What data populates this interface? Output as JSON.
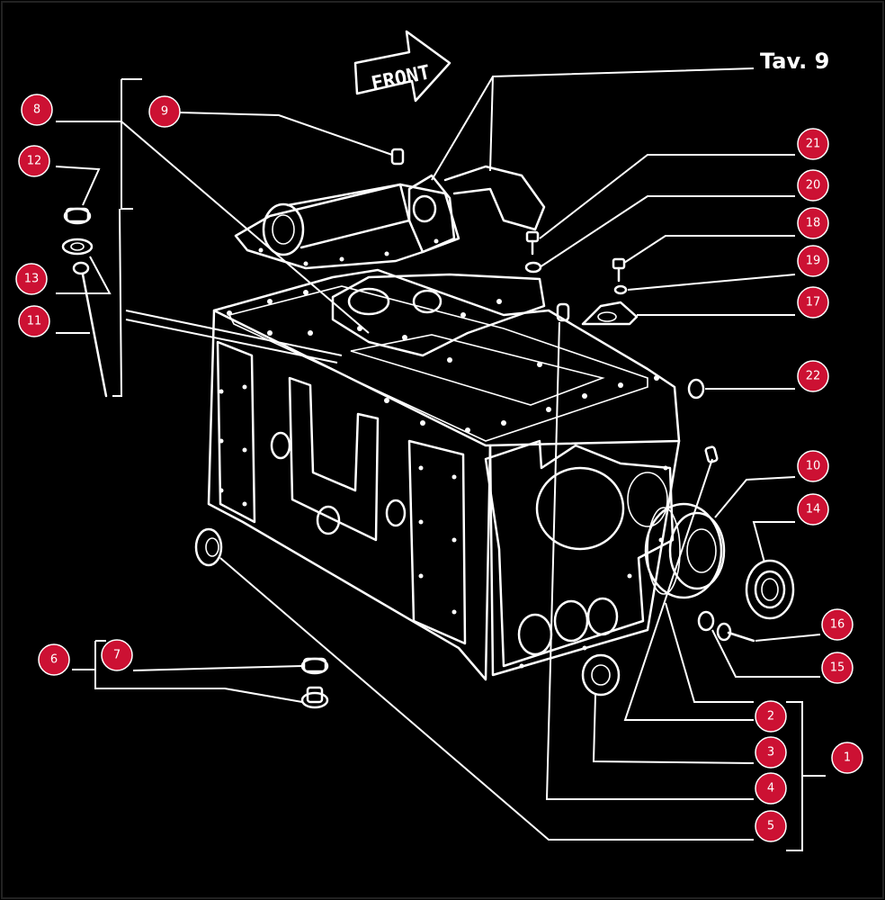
{
  "title": "Tav. 9",
  "front_label": "FRONT",
  "markers": [
    {
      "id": "m1",
      "label": "1"
    },
    {
      "id": "m2",
      "label": "2"
    },
    {
      "id": "m3",
      "label": "3"
    },
    {
      "id": "m4",
      "label": "4"
    },
    {
      "id": "m5",
      "label": "5"
    },
    {
      "id": "m6",
      "label": "6"
    },
    {
      "id": "m7",
      "label": "7"
    },
    {
      "id": "m8",
      "label": "8"
    },
    {
      "id": "m9",
      "label": "9"
    },
    {
      "id": "m10",
      "label": "10"
    },
    {
      "id": "m11",
      "label": "11"
    },
    {
      "id": "m12",
      "label": "12"
    },
    {
      "id": "m13",
      "label": "13"
    },
    {
      "id": "m14",
      "label": "14"
    },
    {
      "id": "m15",
      "label": "15"
    },
    {
      "id": "m16",
      "label": "16"
    },
    {
      "id": "m17",
      "label": "17"
    },
    {
      "id": "m18",
      "label": "18"
    },
    {
      "id": "m19",
      "label": "19"
    },
    {
      "id": "m20",
      "label": "20"
    },
    {
      "id": "m21",
      "label": "21"
    },
    {
      "id": "m22",
      "label": "22"
    }
  ],
  "colors": {
    "background": "#000000",
    "line": "#ffffff",
    "marker": "#cc1133"
  }
}
